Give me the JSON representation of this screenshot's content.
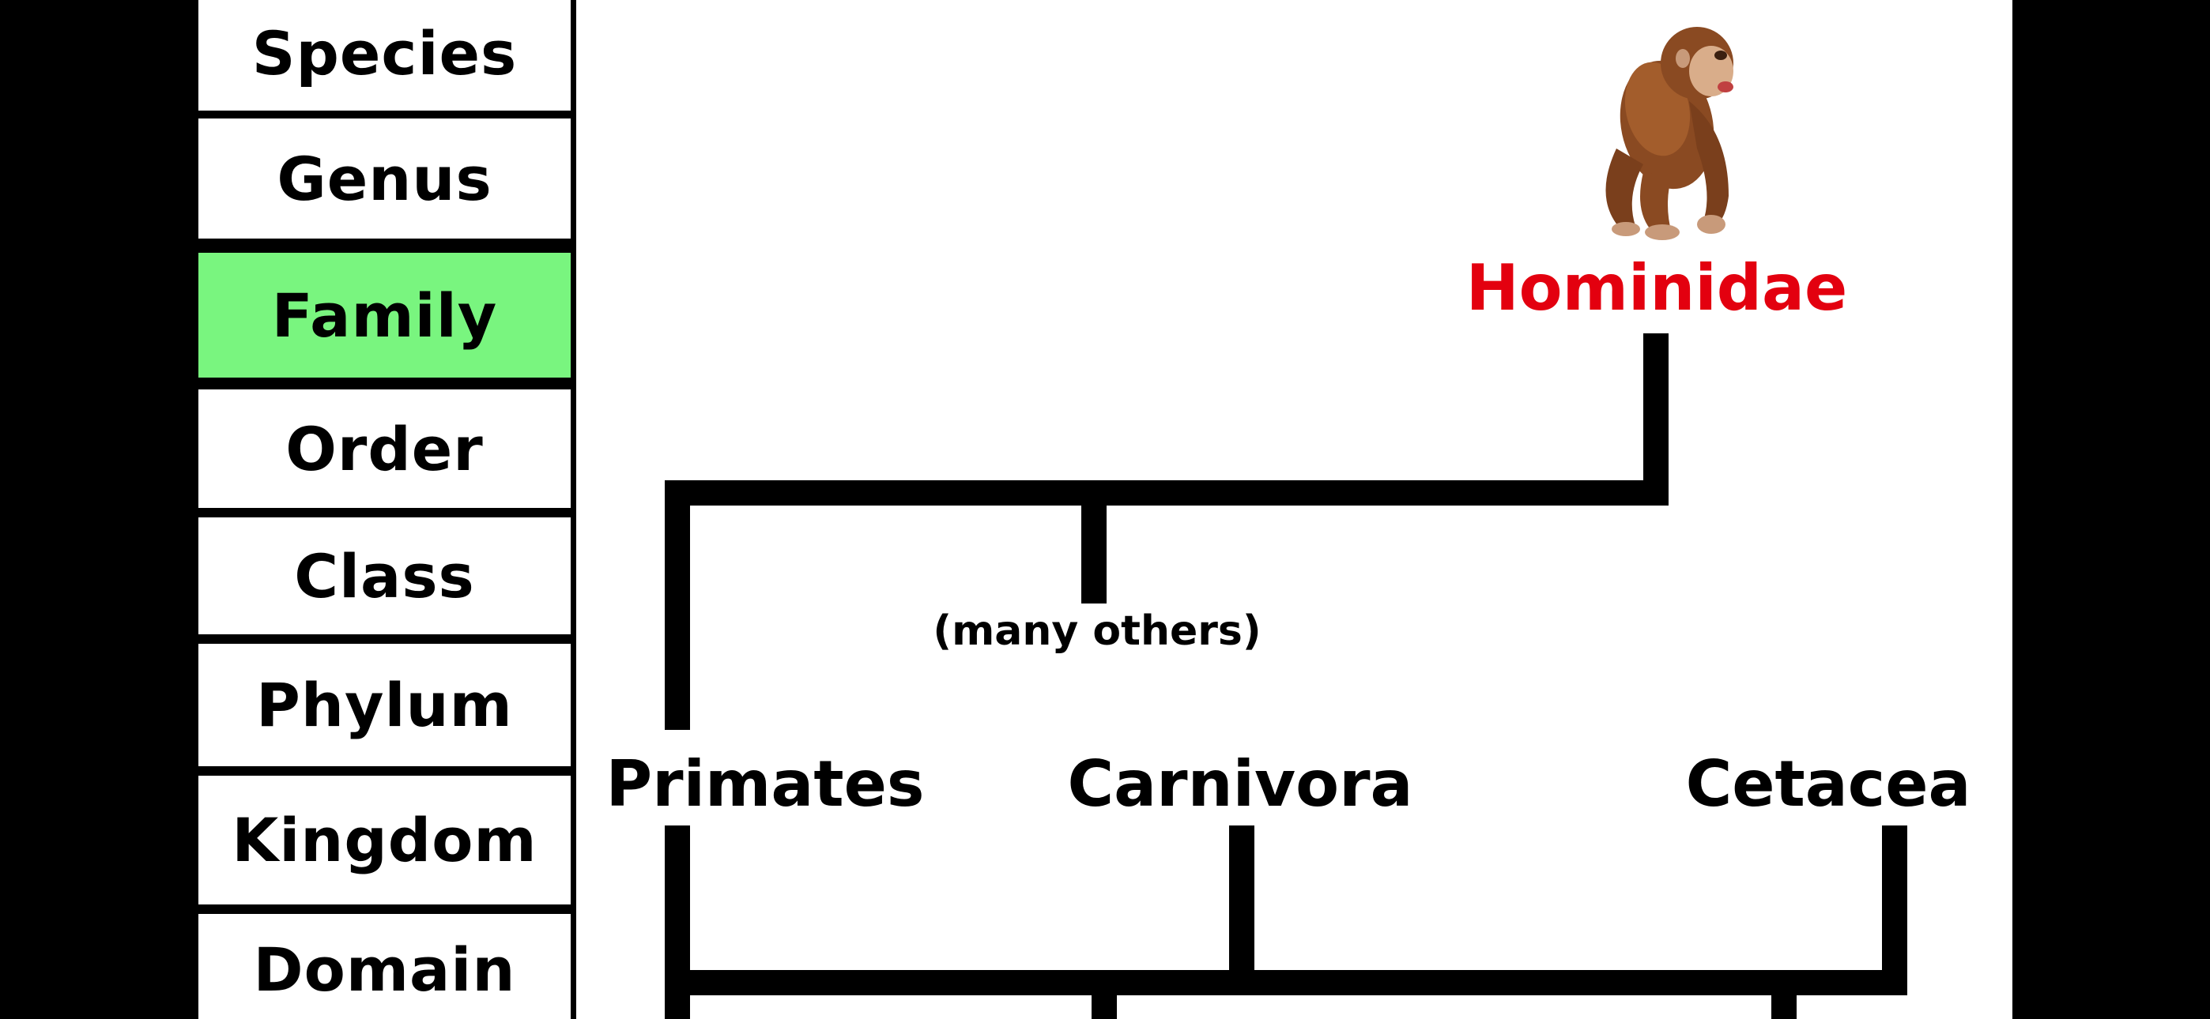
{
  "ranks": [
    {
      "label": "Species",
      "highlighted": false
    },
    {
      "label": "Genus",
      "highlighted": false
    },
    {
      "label": "Family",
      "highlighted": true
    },
    {
      "label": "Order",
      "highlighted": false
    },
    {
      "label": "Class",
      "highlighted": false
    },
    {
      "label": "Phylum",
      "highlighted": false
    },
    {
      "label": "Kingdom",
      "highlighted": false
    },
    {
      "label": "Domain",
      "highlighted": false
    }
  ],
  "tree": {
    "family_label": "Hominidae",
    "others_label": "(many others)",
    "orders": [
      "Primates",
      "Carnivora",
      "Cetacea"
    ]
  },
  "colors": {
    "highlight": "#79f57f",
    "family_label": "#e3000f",
    "background": "#ffffff",
    "branch": "#000000"
  },
  "illustration": "chimpanzee"
}
